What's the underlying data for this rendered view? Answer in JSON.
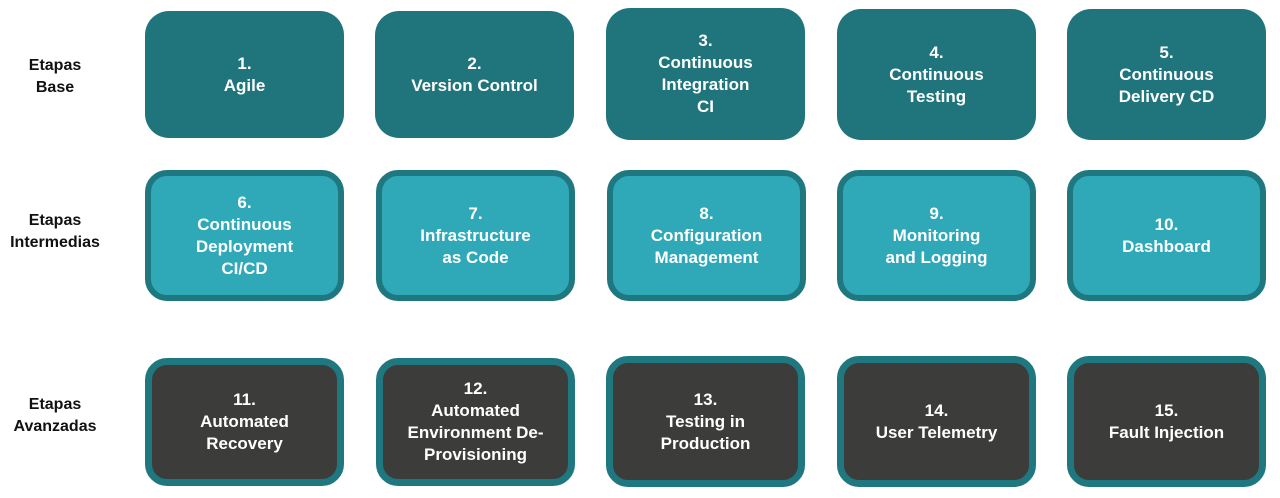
{
  "colors": {
    "base_fill": "#20757d",
    "intermediate_fill": "#2fa9b8",
    "intermediate_border": "#1f777f",
    "advanced_fill": "#3c3c3b",
    "advanced_border": "#1f777f",
    "box_text": "#ffffff",
    "label_text": "#111111"
  },
  "rows": [
    {
      "label": [
        "Etapas",
        "Base"
      ],
      "stages": [
        {
          "number": "1.",
          "lines": [
            "Agile"
          ]
        },
        {
          "number": "2.",
          "lines": [
            "Version Control"
          ]
        },
        {
          "number": "3.",
          "lines": [
            "Continuous",
            "Integration",
            "CI"
          ]
        },
        {
          "number": "4.",
          "lines": [
            "Continuous",
            "Testing"
          ]
        },
        {
          "number": "5.",
          "lines": [
            "Continuous",
            "Delivery CD"
          ]
        }
      ]
    },
    {
      "label": [
        "Etapas",
        "Intermedias"
      ],
      "stages": [
        {
          "number": "6.",
          "lines": [
            "Continuous",
            "Deployment",
            "CI/CD"
          ]
        },
        {
          "number": "7.",
          "lines": [
            "Infrastructure",
            "as Code"
          ]
        },
        {
          "number": "8.",
          "lines": [
            "Configuration",
            "Management"
          ]
        },
        {
          "number": "9.",
          "lines": [
            "Monitoring",
            "and Logging"
          ]
        },
        {
          "number": "10.",
          "lines": [
            "Dashboard"
          ]
        }
      ]
    },
    {
      "label": [
        "Etapas",
        "Avanzadas"
      ],
      "stages": [
        {
          "number": "11.",
          "lines": [
            "Automated",
            "Recovery"
          ]
        },
        {
          "number": "12.",
          "lines": [
            "Automated",
            "Environment De-",
            "Provisioning"
          ]
        },
        {
          "number": "13.",
          "lines": [
            "Testing in",
            "Production"
          ]
        },
        {
          "number": "14.",
          "lines": [
            "User Telemetry"
          ]
        },
        {
          "number": "15.",
          "lines": [
            "Fault Injection"
          ]
        }
      ]
    }
  ]
}
